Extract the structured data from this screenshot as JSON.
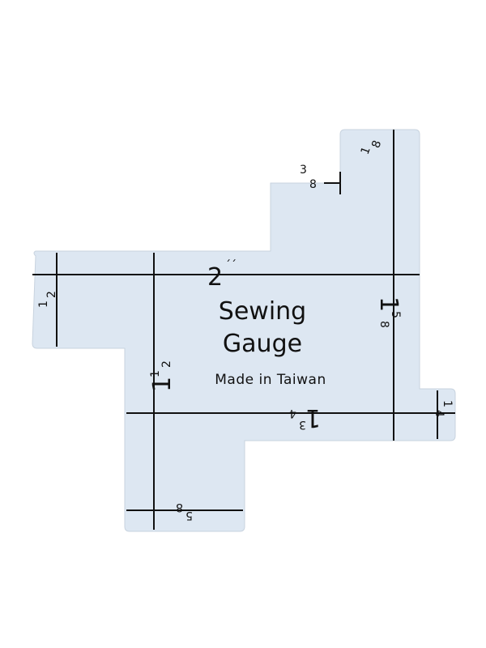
{
  "colors": {
    "gauge": "#dde7f2",
    "ink": "#111111",
    "background": "#ffffff"
  },
  "gauge": {
    "title_line1": "Sewing",
    "title_line2": "Gauge",
    "subtitle": "Made in Taiwan"
  },
  "marks": {
    "two_inch": "2",
    "inch_sign": "´´",
    "one_half_whole": "1",
    "one_half_num": "1",
    "one_half_den": "2",
    "five_eighths_whole": "1",
    "five_eighths_num": "5",
    "five_eighths_den": "8",
    "three_quarters_whole": "1",
    "three_quarters_num": "3",
    "three_quarters_den": "4",
    "half_num": "1",
    "half_den": "2",
    "three_eighths_num": "3",
    "three_eighths_den": "8",
    "one_eighth_num": "1",
    "one_eighth_den": "8",
    "quarter_num": "1",
    "quarter_den": "4",
    "five_eighth_num": "5",
    "five_eighth_den": "8"
  }
}
